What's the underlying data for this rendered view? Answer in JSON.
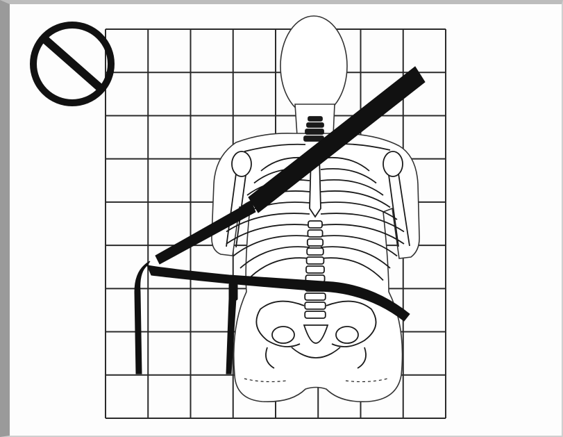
{
  "figure": {
    "kind": "seatbelt-incorrect-fit-illustration",
    "prohibition_icon": "no-symbol-icon",
    "colors": {
      "ink": "#111111",
      "grid": "#2a2a2a",
      "paper": "#fdfdfd",
      "frame": "#9a9a9a"
    },
    "grid": {
      "columns": 8,
      "rows": 9
    }
  }
}
